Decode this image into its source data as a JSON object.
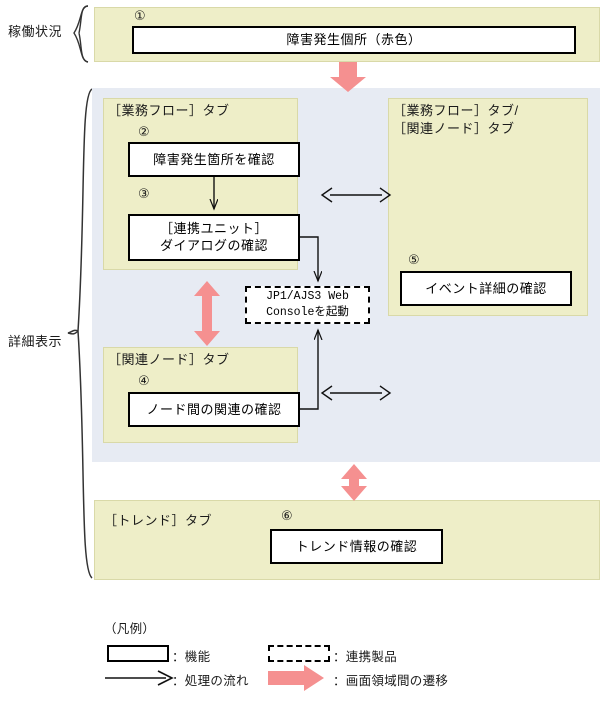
{
  "diagram": {
    "side_labels": [
      {
        "name": "operation-status",
        "text": "稼働状況"
      },
      {
        "name": "detail-display",
        "text": "詳細表示"
      }
    ],
    "sections": {
      "status": {
        "step_number": "①",
        "box_label": "障害発生個所（赤色）"
      },
      "workflow_tab": {
        "tab_label": "［業務フロー］タブ",
        "steps": [
          {
            "number": "②",
            "label": "障害発生箇所を確認"
          },
          {
            "number": "③",
            "label": "［連携ユニット］\nダイアログの確認"
          }
        ]
      },
      "related_node_tab": {
        "tab_label": "［関連ノード］タブ",
        "steps": [
          {
            "number": "④",
            "label": "ノード間の関連の確認"
          }
        ]
      },
      "right_tab": {
        "tab_label": "［業務フロー］タブ/\n［関連ノード］タブ",
        "steps": [
          {
            "number": "⑤",
            "label": "イベント詳細の確認"
          }
        ]
      },
      "linked_product": {
        "label": "JP1/AJS3 Web\nConsoleを起動"
      },
      "trend_tab": {
        "tab_label": "［トレンド］タブ",
        "steps": [
          {
            "number": "⑥",
            "label": "トレンド情報の確認"
          }
        ]
      }
    },
    "legend": {
      "title": "（凡例）",
      "items": [
        {
          "icon": "solid-box",
          "text": "：機能"
        },
        {
          "icon": "dashed-box",
          "text": "：連携製品"
        },
        {
          "icon": "thin-arrow",
          "text": "：処理の流れ"
        },
        {
          "icon": "pink-arrow",
          "text": "：画面領域間の遷移"
        }
      ]
    },
    "colors": {
      "panel_yellow": "#eeeec8",
      "panel_blue": "#e7ebf3",
      "pink_arrow": "#f59090",
      "box_border": "#000000"
    }
  }
}
